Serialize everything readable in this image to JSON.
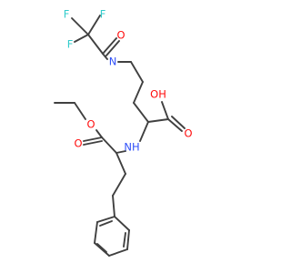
{
  "molecule": {
    "bond_color": "#404040",
    "atoms": [
      {
        "id": "F1",
        "label": "F",
        "color": "#33cccc"
      },
      {
        "id": "F2",
        "label": "F",
        "color": "#33cccc"
      },
      {
        "id": "F3",
        "label": "F",
        "color": "#33cccc"
      },
      {
        "id": "O_amide",
        "label": "O",
        "color": "#ff0d0d"
      },
      {
        "id": "N_amide",
        "label": "N",
        "color": "#3050f8"
      },
      {
        "id": "O_acid_OH",
        "label": "OH",
        "color": "#ff0d0d"
      },
      {
        "id": "O_acid_CO",
        "label": "O",
        "color": "#ff0d0d"
      },
      {
        "id": "O_ester_ether",
        "label": "O",
        "color": "#ff0d0d"
      },
      {
        "id": "O_ester_CO",
        "label": "O",
        "color": "#ff0d0d"
      },
      {
        "id": "N_amine",
        "label": "NH",
        "color": "#3050f8"
      }
    ]
  }
}
